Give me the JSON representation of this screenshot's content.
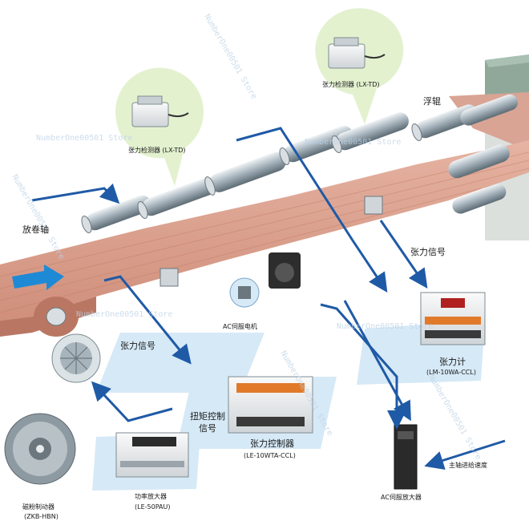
{
  "watermark": "NumberOne00501 Store",
  "labels": {
    "unwind_shaft": "放卷轴",
    "float_roller": "浮辊",
    "tension_signal_right": "张力信号",
    "tension_signal_left": "张力信号",
    "ac_servo_motor": "AC伺服电机",
    "tension_detector_left": "张力检测器 (LX-TD)",
    "tension_detector_top": "张力检测器 (LX-TD)",
    "torque_signal_line1": "扭矩控制",
    "torque_signal_line2": "信号",
    "tension_controller_name": "张力控制器",
    "tension_controller_model": "(LE-10WTA-CCL)",
    "tension_meter_name": "张力计",
    "tension_meter_model": "(LM-10WA-CCL)",
    "power_amp_name": "功率放大器",
    "power_amp_model": "(LE-50PAU)",
    "brake_name": "磁粉制动器",
    "brake_model": "(ZKB-HBN)",
    "ac_servo_amp": "AC伺服放大器",
    "spindle_speed": "主轴进给速度"
  },
  "colors": {
    "web": "#dca08c",
    "web_dark": "#c88672",
    "arrow": "#1f5aa6",
    "highlight": "#cfe4f4",
    "bubble": "#e3f1cf",
    "roller": "#a8b4bc",
    "frame": "#8fa89a"
  }
}
